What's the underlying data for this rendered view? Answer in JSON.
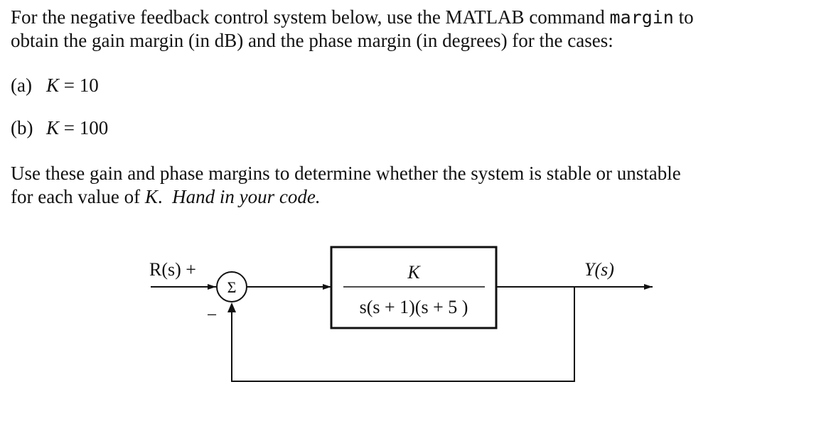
{
  "problem": {
    "line1_before_cmd": "For the negative feedback control system below, use the MATLAB command ",
    "command": "margin",
    "line1_after_cmd": " to",
    "line2": "obtain the gain margin (in dB) and the phase margin (in degrees) for the cases:",
    "cases": [
      {
        "label": "(a)",
        "var": "K",
        "eq": " = ",
        "value": "10"
      },
      {
        "label": "(b)",
        "var": "K",
        "eq": " = ",
        "value": "100"
      }
    ],
    "para2_line1": "Use these gain and phase margins to determine whether the system is stable or unstable",
    "para2_line2_prefix": "for each value of ",
    "para2_line2_var": "K",
    "para2_line2_period": ".",
    "para2_line2_instruction": "Hand in your code."
  },
  "block_diagram": {
    "input_label": "R(s) +",
    "summer_symbol": "Σ",
    "feedback_sign": "−",
    "numerator": "K",
    "denominator": "s(s + 1)(s +  5 )",
    "output_label": "Y(s)"
  }
}
